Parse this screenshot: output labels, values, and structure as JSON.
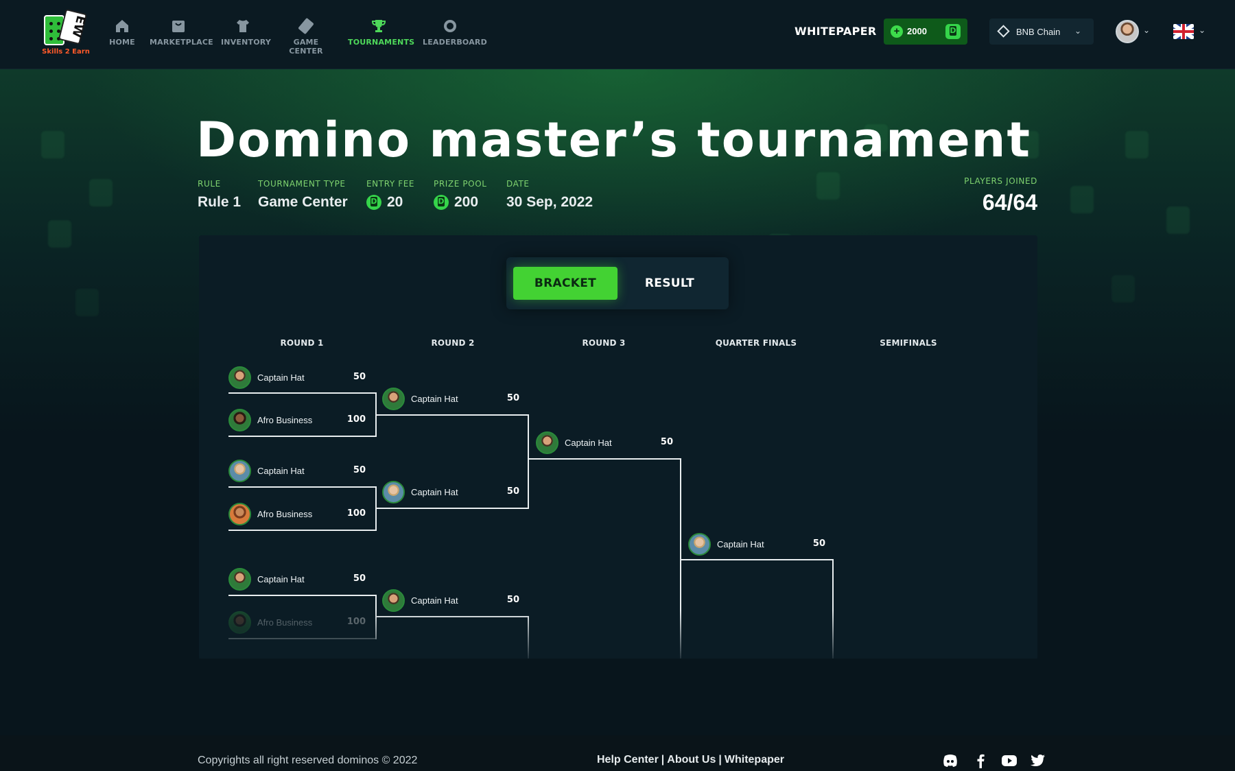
{
  "brand": {
    "logo_letters": "EW",
    "caption": "Skills 2 Earn"
  },
  "nav": [
    {
      "label": "HOME",
      "icon": "home-icon"
    },
    {
      "label": "MARKETPLACE",
      "icon": "marketplace-icon"
    },
    {
      "label": "INVENTORY",
      "icon": "shirt-icon"
    },
    {
      "label": "GAME CENTER",
      "icon": "domino-icon"
    },
    {
      "label": "TOURNAMENTS",
      "icon": "trophy-icon",
      "active": true
    },
    {
      "label": "LEADERBOARD",
      "icon": "medal-icon"
    }
  ],
  "header": {
    "whitepaper": "WHITEPAPER",
    "balance": "2000",
    "chain": "BNB Chain"
  },
  "tournament": {
    "title": "Domino master’s tournament",
    "meta": [
      {
        "key": "RULE",
        "value": "Rule 1",
        "coin": false
      },
      {
        "key": "TOURNAMENT TYPE",
        "value": "Game Center",
        "coin": false
      },
      {
        "key": "ENTRY FEE",
        "value": "20",
        "coin": true
      },
      {
        "key": "PRIZE POOL",
        "value": "200",
        "coin": true
      },
      {
        "key": "DATE",
        "value": "30 Sep, 2022",
        "coin": false
      }
    ],
    "players_label": "PLAYERS JOINED",
    "players_value": "64/64"
  },
  "toggle": {
    "active": "BRACKET",
    "inactive": "RESULT"
  },
  "rounds": [
    "ROUND 1",
    "ROUND 2",
    "ROUND 3",
    "QUARTER FINALS",
    "SEMIFINALS"
  ],
  "bracket": {
    "round1": [
      {
        "name": "Captain Hat",
        "score": "50"
      },
      {
        "name": "Afro Business",
        "score": "100"
      },
      {
        "name": "Captain Hat",
        "score": "50"
      },
      {
        "name": "Afro Business",
        "score": "100"
      },
      {
        "name": "Captain Hat",
        "score": "50"
      },
      {
        "name": "Afro Business",
        "score": "100"
      }
    ],
    "round2": [
      {
        "name": "Captain Hat",
        "score": "50"
      },
      {
        "name": "Captain Hat",
        "score": "50"
      },
      {
        "name": "Captain Hat",
        "score": "50"
      }
    ],
    "round3": [
      {
        "name": "Captain Hat",
        "score": "50"
      }
    ],
    "quarter": [
      {
        "name": "Captain Hat",
        "score": "50"
      }
    ]
  },
  "footer": {
    "copyright": "Copyrights all right reserved dominos © 2022",
    "links": [
      "Help Center",
      "About Us",
      "Whitepaper"
    ],
    "social": [
      "discord-icon",
      "facebook-icon",
      "youtube-icon",
      "twitter-icon"
    ]
  },
  "colors": {
    "accent": "#43d233",
    "meta_key": "#7fd36f",
    "bg": "#08151c"
  }
}
